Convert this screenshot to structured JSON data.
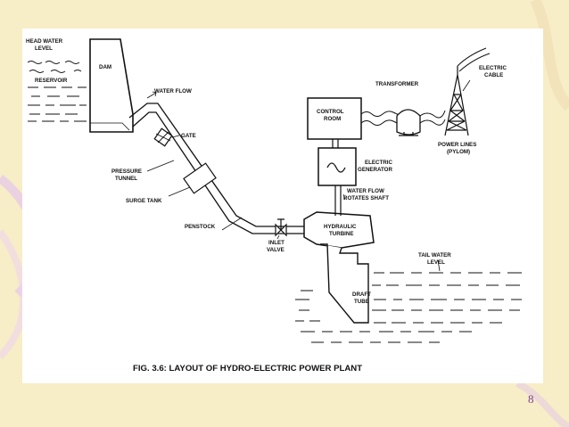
{
  "diagram": {
    "caption": "FIG. 3.6: LAYOUT OF HYDRO-ELECTRIC POWER PLANT",
    "labels": {
      "head_water_1": "HEAD WATER",
      "head_water_2": "LEVEL",
      "dam": "DAM",
      "reservoir": "RESERVOIR",
      "water_flow": "WATER FLOW",
      "gate": "GATE",
      "pressure_1": "PRESSURE",
      "pressure_2": "TUNNEL",
      "surge_tank": "SURGE TANK",
      "penstock": "PENSTOCK",
      "inlet_1": "INLET",
      "inlet_2": "VALVE",
      "control_1": "CONTROL",
      "control_2": "ROOM",
      "transformer": "TRANSFORMER",
      "electric_cable_1": "ELECTRIC",
      "electric_cable_2": "CABLE",
      "power_lines_1": "POWER LINES",
      "power_lines_2": "(PYLOM)",
      "generator_1": "ELECTRIC",
      "generator_2": "GENERATOR",
      "shaft_1": "WATER FLOW",
      "shaft_2": "ROTATES SHAFT",
      "turbine_1": "HYDRAULIC",
      "turbine_2": "TURBINE",
      "tail_1": "TAIL WATER",
      "tail_2": "LEVEL",
      "draft_1": "DRAFT",
      "draft_2": "TUBE"
    }
  },
  "page_number": "8"
}
